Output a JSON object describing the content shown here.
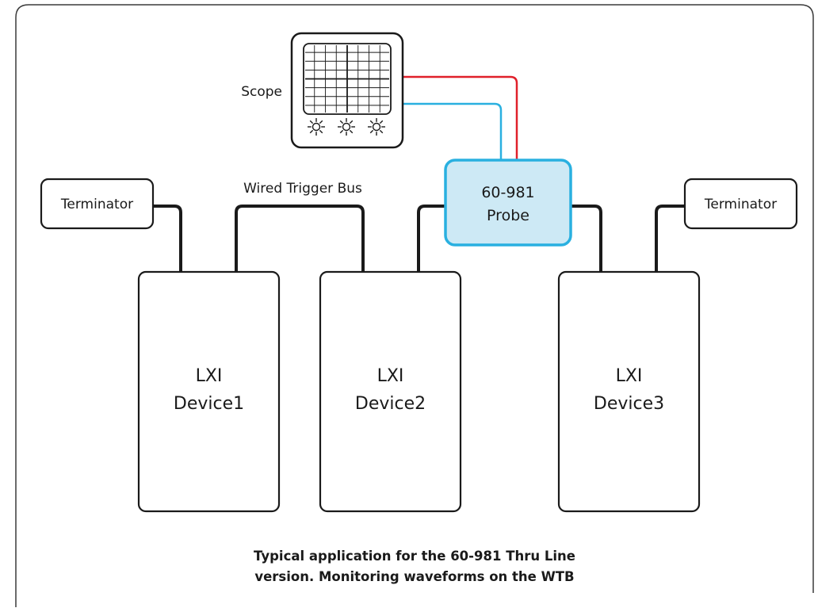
{
  "frame": {
    "border_color": "#3a3a3a"
  },
  "scope": {
    "label": "Scope",
    "knob_icons": [
      "knob-icon",
      "knob-icon",
      "knob-icon"
    ]
  },
  "bus_label": "Wired Trigger Bus",
  "probe": {
    "line1": "60-981",
    "line2": "Probe",
    "fill_color": "#cde9f5",
    "border_color": "#29b0e0"
  },
  "terminators": [
    {
      "label": "Terminator"
    },
    {
      "label": "Terminator"
    }
  ],
  "devices": [
    {
      "line1": "LXI",
      "line2": "Device1"
    },
    {
      "line1": "LXI",
      "line2": "Device2"
    },
    {
      "line1": "LXI",
      "line2": "Device3"
    }
  ],
  "caption": {
    "line1": "Typical application for the 60-981 Thru Line",
    "line2": "version. Monitoring waveforms on the WTB"
  },
  "colors": {
    "bus_line": "#1a1a1a",
    "scope_signal_red": "#e0202a",
    "scope_signal_blue": "#29b0e0"
  }
}
